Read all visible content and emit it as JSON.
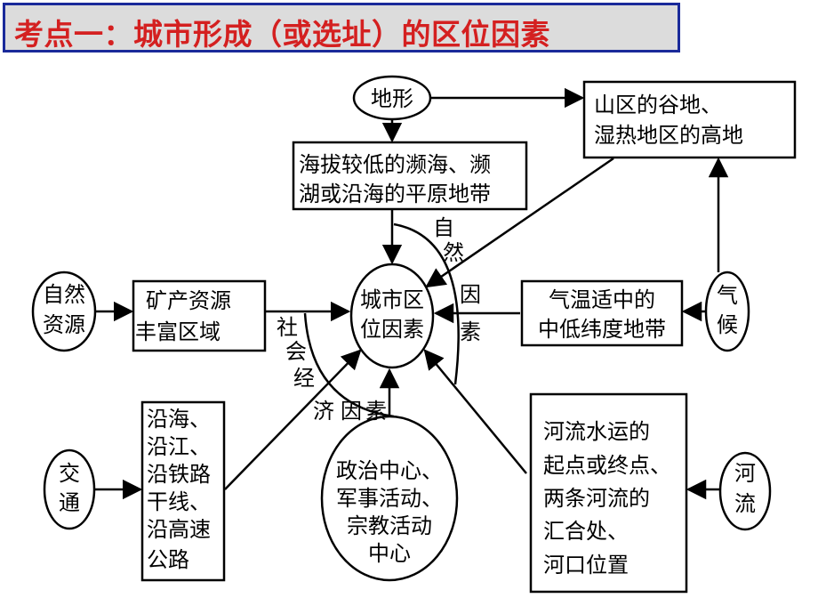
{
  "title": "考点一：城市形成（或选址）的区位因素",
  "colors": {
    "title_text": "#d42020",
    "title_border": "#1a2a9a",
    "title_bg": "#dcdcdc",
    "line": "#000000"
  },
  "center": {
    "line1": "城市区",
    "line2": "位因素"
  },
  "factors": {
    "terrain": "地形",
    "climate_1": "气",
    "climate_2": "候",
    "natural_res_1": "自然",
    "natural_res_2": "资源",
    "transport_1": "交",
    "transport_2": "通",
    "river_1": "河",
    "river_2": "流"
  },
  "boxes": {
    "lowland": {
      "line1": "海拔较低的濒海、濒",
      "line2": "湖或沿海的平原地带"
    },
    "mountain": {
      "line1": "山区的谷地、",
      "line2": "湿热地区的高地"
    },
    "climate": {
      "line1": "气温适中的",
      "line2": "中低纬度地带"
    },
    "mineral": {
      "line1": "矿产资源",
      "line2": "丰富区域"
    },
    "transport": {
      "l1": "沿海、",
      "l2": "沿江、",
      "l3": "沿铁路",
      "l4": "干线、",
      "l5": "沿高速",
      "l6": "公路"
    },
    "politics": {
      "l1": "政治中心、",
      "l2": "军事活动、",
      "l3": "宗教活动",
      "l4": "中心"
    },
    "river": {
      "l1": "河流水运的",
      "l2": "起点或终点、",
      "l3": "两条河流的",
      "l4": "汇合处、",
      "l5": "河口位置"
    }
  },
  "arcs": {
    "natural": {
      "c1": "自",
      "c2": "然",
      "c3": "因",
      "c4": "素"
    },
    "social": {
      "c1": "社",
      "c2": "会",
      "c3": "经",
      "c4": "济",
      "c5": "因",
      "c6": "素"
    }
  }
}
